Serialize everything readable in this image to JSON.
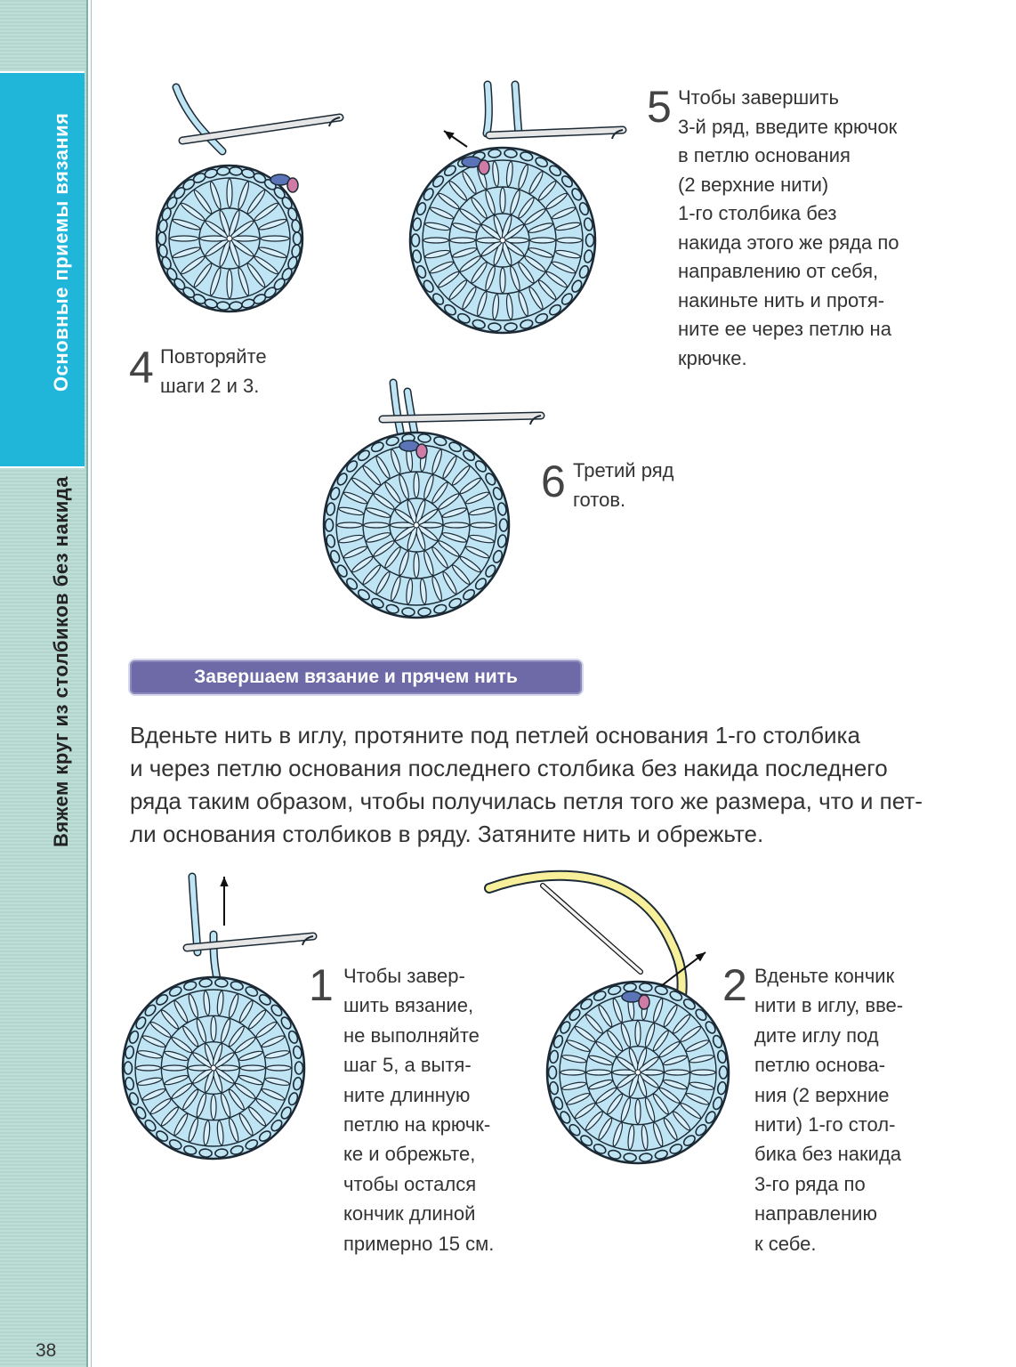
{
  "sidebar": {
    "active_tab": "Основные приемы вязания",
    "inactive_tab": "Вяжем круг из столбиков без накида",
    "page_number": "38"
  },
  "steps_top": {
    "step4": {
      "number": "4",
      "text": "Повторяйте\nшаги 2 и 3."
    },
    "step5": {
      "number": "5",
      "text": "Чтобы завершить\n3-й ряд, введите крючок\nв петлю основания\n(2 верхние нити)\n1-го столбика без\nнакида этого же ряда по\nнаправлению от себя,\nнакиньте нить и протя-\nните ее через петлю на\nкрючке."
    },
    "step6": {
      "number": "6",
      "text": "Третий ряд\nготов."
    }
  },
  "section": {
    "title": "Завершаем вязание и прячем нить",
    "body": "Вденьте нить в иглу, протяните под петлей основания 1-го столбика\nи через петлю основания последнего столбика без накида последнего\nряда таким образом, чтобы получилась петля того же размера, что и пет-\nли основания столбиков в ряду. Затяните нить и обрежьте."
  },
  "steps_bottom": {
    "step1": {
      "number": "1",
      "text": "Чтобы завер-\nшить вязание,\nне выполняйте\nшаг 5, а вытя-\nните длинную\nпетлю на крючк-\nке и обрежьте,\nчтобы остался\nкончик длиной\nпримерно 15 см."
    },
    "step2": {
      "number": "2",
      "text": "Вденьте кончик\nнити в иглу, вве-\nдите иглу под\nпетлю основа-\nния (2 верхние\nнити) 1-го стол-\nбика без накида\n3-го ряда по\nнаправлению\nк себе."
    }
  },
  "colors": {
    "sidebar_bg": "#b6d9d1",
    "active_tab": "#1fb6da",
    "yarn": "#bfe4f4",
    "yarn_outline": "#1c2a35",
    "marker_blue": "#5b74b8",
    "marker_pink": "#d07aa6",
    "needle_thread": "#f7ef9a",
    "header_bg": "#6e6aa7"
  }
}
